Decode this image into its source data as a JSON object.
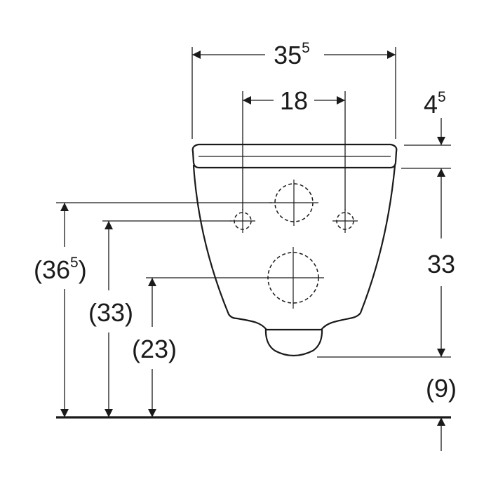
{
  "dimensions": {
    "overall_width": {
      "main": "35",
      "sup": "5"
    },
    "fixing_spacing": {
      "main": "18",
      "sup": ""
    },
    "seat_thickness": {
      "main": "4",
      "sup": "5"
    },
    "bowl_height": {
      "main": "33",
      "sup": ""
    },
    "gap_below": {
      "main": "(9)",
      "sup": ""
    },
    "fixing_height": {
      "main": "(36",
      "sup": "5",
      "tail": ")"
    },
    "stud_height": {
      "main": "(33)",
      "sup": ""
    },
    "waste_height": {
      "main": "(23)",
      "sup": ""
    }
  },
  "colors": {
    "line": "#1a1a1a",
    "background": "#ffffff"
  }
}
